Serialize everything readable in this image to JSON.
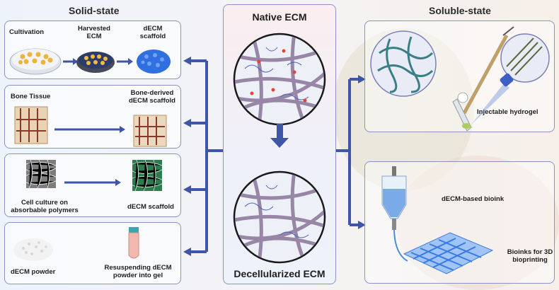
{
  "headings": {
    "left": "Solid-state",
    "right": "Soluble-state"
  },
  "center": {
    "top": "Native ECM",
    "bottom": "Decellularized ECM"
  },
  "panel1": {
    "cultivation": "Cultivation",
    "harvested": "Harvested ECM",
    "scaffold": "dECM scaffold"
  },
  "panel2": {
    "bone_tissue": "Bone Tissue",
    "bone_scaffold": "Bone-derived dECM scaffold"
  },
  "panel3": {
    "cell_culture": "Cell culture on absorbable polymers",
    "scaffold": "dECM scaffold"
  },
  "panel4": {
    "powder": "dECM powder",
    "resuspend": "Resuspending dECM powder into gel"
  },
  "right1": {
    "hydrogel": "Injectable hydrogel"
  },
  "right2": {
    "bioink": "dECM-based bioink",
    "bioinks3d": "Bioinks for 3D bioprinting"
  },
  "colors": {
    "arrow": "#3f55a8",
    "panel_border": "#8a93c4",
    "fiber": "#8d7a9c",
    "scaffold_blue": "#3a7be0"
  }
}
